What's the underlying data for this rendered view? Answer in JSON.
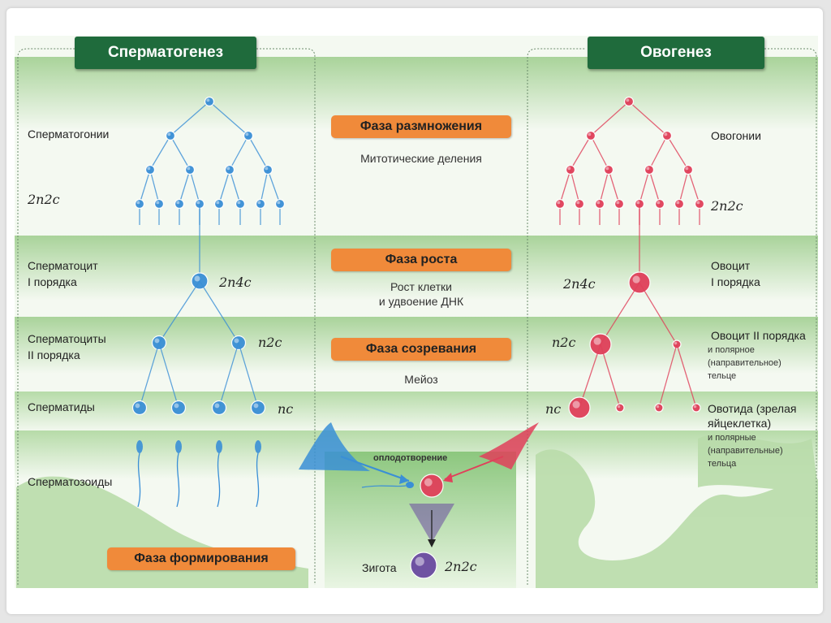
{
  "headers": {
    "left": "Сперматогенез",
    "right": "Овогенез"
  },
  "phases": {
    "reproduction": "Фаза размножения",
    "growth": "Фаза роста",
    "maturation": "Фаза созревания",
    "formation": "Фаза формирования"
  },
  "phase_desc": {
    "reproduction": "Митотические деления",
    "growth_line1": "Рост клетки",
    "growth_line2": "и удвоение ДНК",
    "maturation": "Мейоз"
  },
  "left_labels": {
    "spermatogonia": "Сперматогонии",
    "spermatocyte1_line1": "Сперматоцит",
    "spermatocyte1_line2": "I порядка",
    "spermatocyte2_line1": "Сперматоциты",
    "spermatocyte2_line2": "II порядка",
    "spermatids": "Сперматиды",
    "spermatozoa": "Сперматозоиды"
  },
  "right_labels": {
    "oogonia": "Овогонии",
    "oocyte1_line1": "Овоцит",
    "oocyte1_line2": "I порядка",
    "oocyte2": "Овоцит II порядка",
    "polar_body1_line1": "и полярное",
    "polar_body1_line2": "(направительное)",
    "polar_body1_line3": "тельце",
    "ootid_line1": "Овотида (зрелая",
    "ootid_line2": "яйцеклетка)",
    "polar_bodies_line1": "и полярные",
    "polar_bodies_line2": "(направительные)",
    "polar_bodies_line3": "тельца"
  },
  "formulas": {
    "left_2n2c": "2n2c",
    "left_2n4c": "2n4c",
    "left_n2c": "n2c",
    "left_nc": "nc",
    "right_2n2c": "2n2c",
    "right_2n4c": "2n4c",
    "right_n2c": "n2c",
    "right_nc": "nc",
    "zygote": "2n2c"
  },
  "center": {
    "fertilization": "оплодотворение",
    "zygote": "Зигота"
  },
  "colors": {
    "header_green": "#1f6b3c",
    "phase_orange": "#f08a3a",
    "male_blue": "#3a8fd6",
    "female_red": "#e0405a",
    "zygote_purple": "#6a4aa0",
    "band_green": "#cfe5c4"
  }
}
